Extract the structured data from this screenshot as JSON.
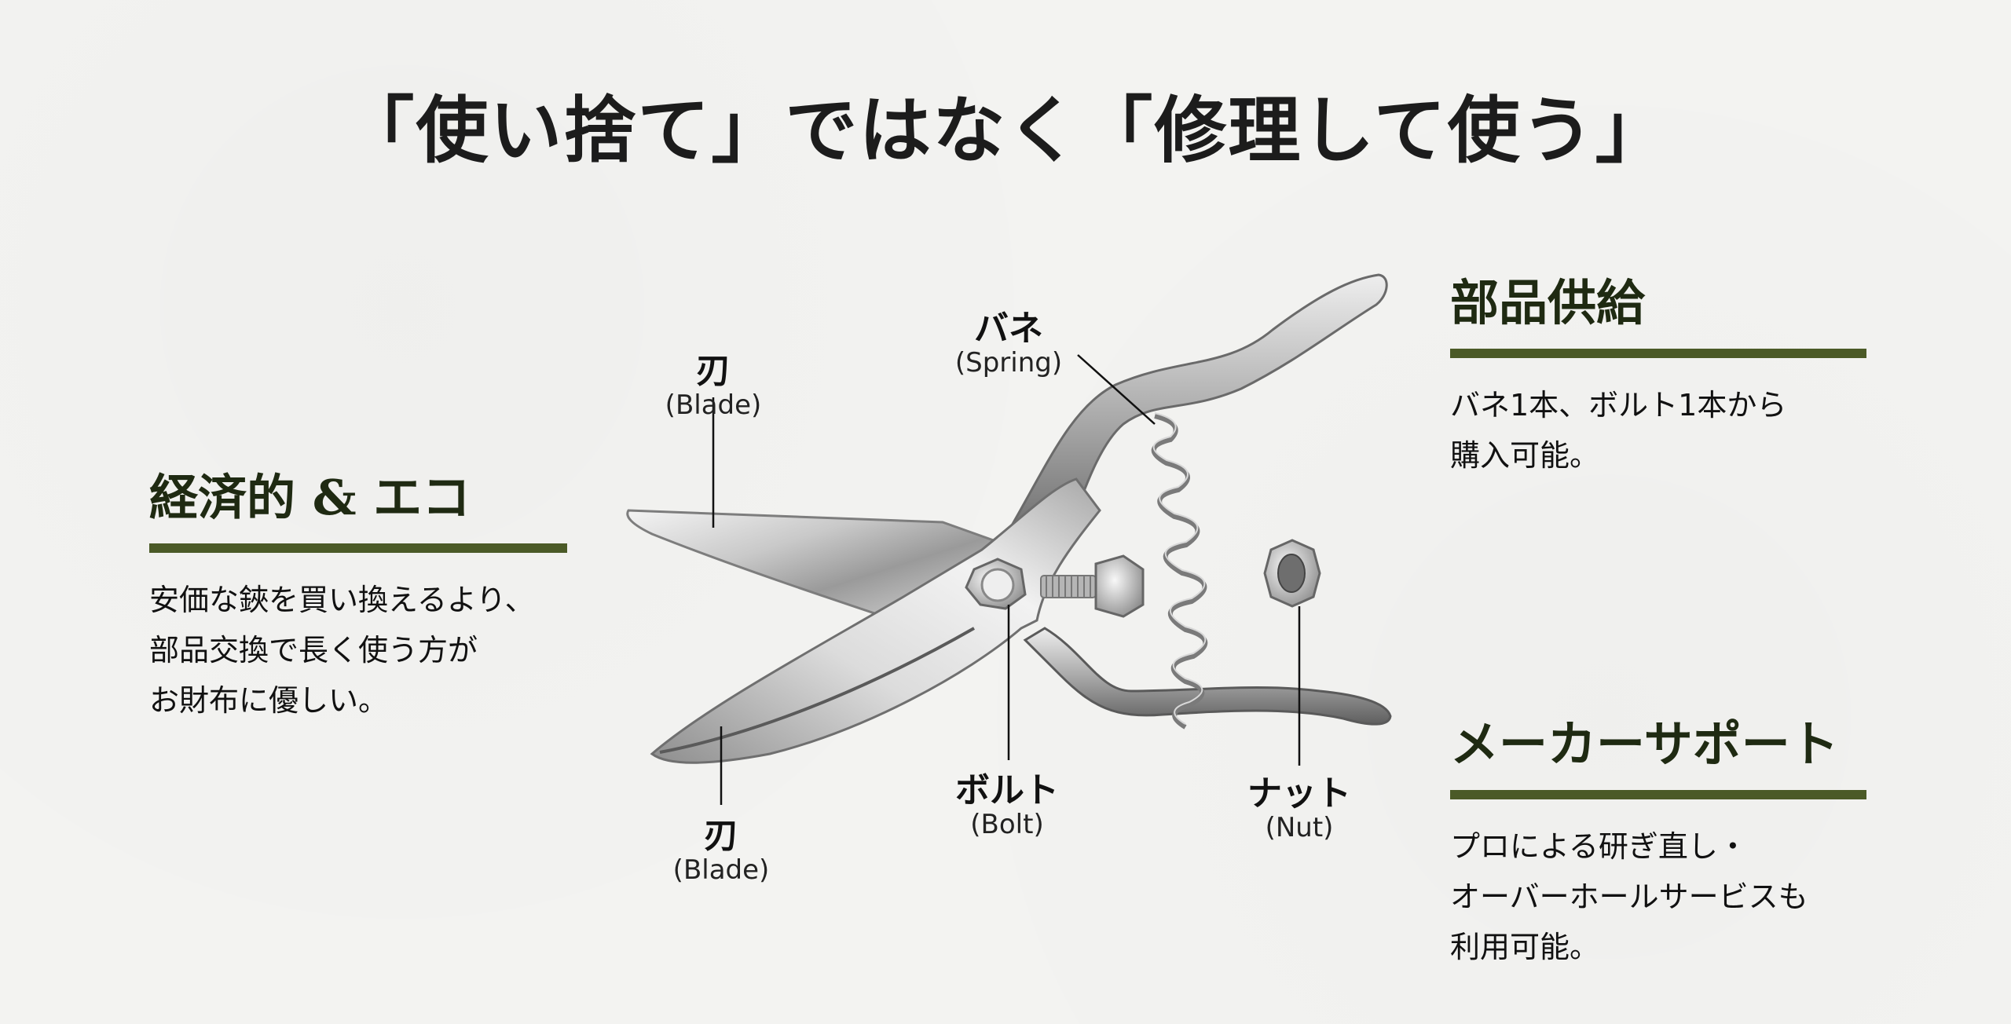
{
  "title": "「使い捨て」ではなく「修理して使う」",
  "sections": {
    "eco": {
      "heading": "経済的 & エコ",
      "body": "安価な鋏を買い換えるより、\n部品交換で長く使う方が\nお財布に優しい。"
    },
    "parts": {
      "heading": "部品供給",
      "body": "バネ1本、ボルト1本から\n購入可能。"
    },
    "support": {
      "heading": "メーカーサポート",
      "body": "プロによる研ぎ直し・\nオーバーホールサービスも\n利用可能。"
    }
  },
  "parts_labels": {
    "blade_top": {
      "jp": "刃",
      "en": "(Blade)"
    },
    "spring": {
      "jp": "バネ",
      "en": "(Spring)"
    },
    "blade_bottom": {
      "jp": "刃",
      "en": "(Blade)"
    },
    "bolt": {
      "jp": "ボルト",
      "en": "(Bolt)"
    },
    "nut": {
      "jp": "ナット",
      "en": "(Nut)"
    }
  },
  "colors": {
    "heading": "#1f2a12",
    "rule": "#4b5a27",
    "background": "#f3f3f1"
  }
}
